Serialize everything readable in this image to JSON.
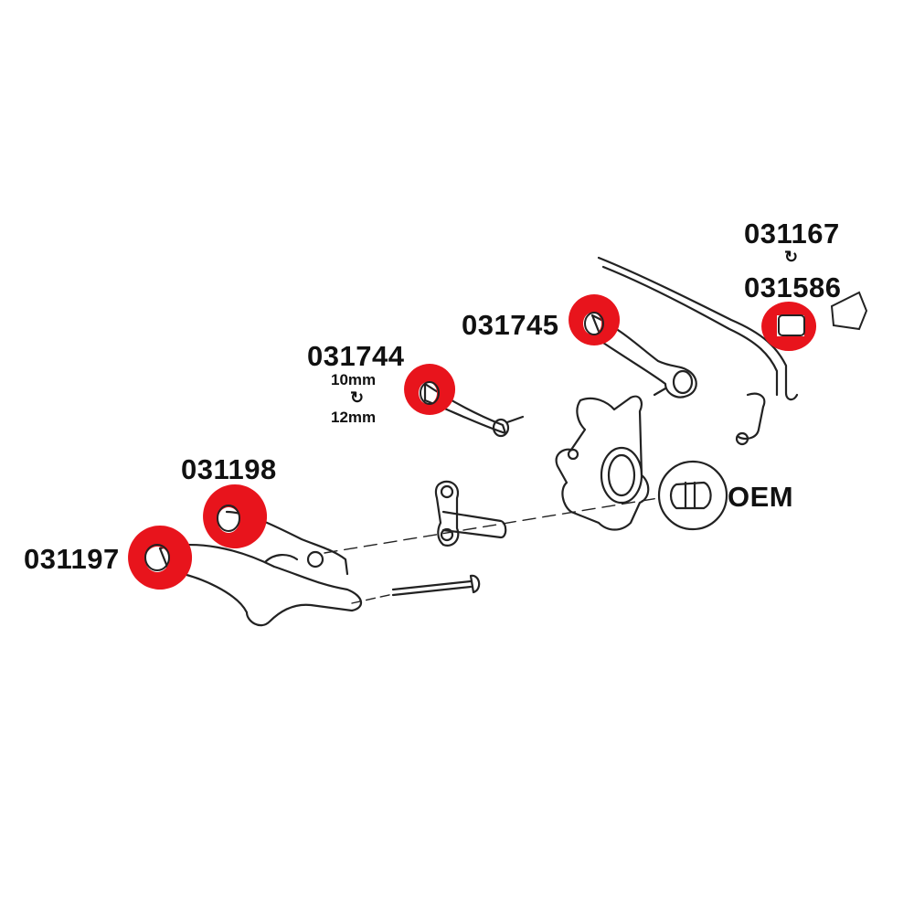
{
  "diagram": {
    "description": "Rear suspension exploded view with highlighted bushing part numbers",
    "highlight_color": "#e8141c",
    "labels": {
      "p031167": "031167",
      "p031586": "031586",
      "p031745": "031745",
      "p031744": "031744",
      "p031744_size_a": "10mm",
      "p031744_size_b": "12mm",
      "p031198": "031198",
      "p031197": "031197",
      "oem": "OEM"
    },
    "swap_icon": "↻"
  }
}
